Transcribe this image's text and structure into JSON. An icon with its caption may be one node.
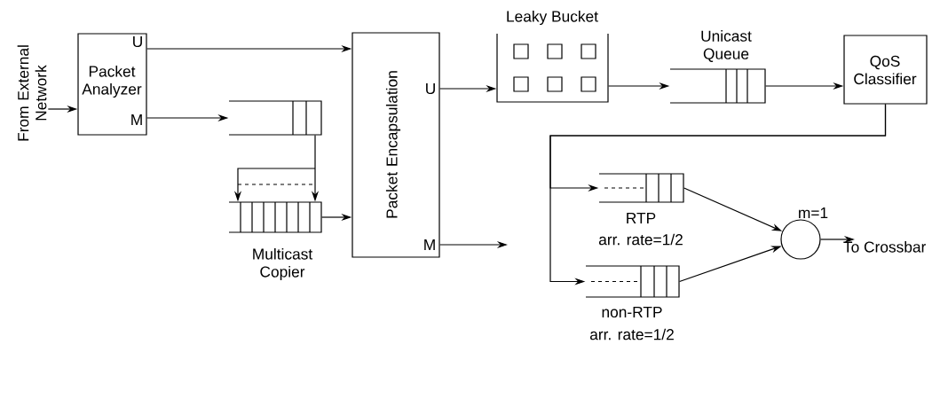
{
  "diagram": {
    "nodes": [
      {
        "text": [
          "From External Network"
        ]
      },
      {
        "text": [
          "U",
          "Packet Analyzer",
          "M"
        ]
      },
      {
        "text": [],
        "shape": "box"
      },
      {
        "text": [
          "Multicast Copier"
        ]
      },
      {
        "text": [
          "Packet Encapsulation",
          "U",
          "M"
        ]
      },
      {
        "text": [
          "Leaky Bucket"
        ]
      },
      {
        "text": [
          "Unicast Queue"
        ]
      },
      {
        "text": [
          "QoS Classifier"
        ]
      },
      {
        "text": [
          "RTP",
          "arr. rate=1/2"
        ]
      },
      {
        "text": [
          "non-RTP",
          "arr. rate=1/2"
        ]
      },
      {
        "text": [],
        "shape": "circle",
        "beside": [
          "m=1"
        ]
      },
      {
        "text": [
          "To Crossbar"
        ]
      }
    ],
    "edges": [
      {
        "from": 0,
        "to": 1,
        "arrow": "to"
      },
      {
        "from": 1,
        "to": 4,
        "arrow": "to"
      },
      {
        "from": 1,
        "to": 2,
        "arrow": "to"
      },
      {
        "from": 2,
        "to": 3,
        "arrow": "to"
      },
      {
        "from": 2,
        "to": 3,
        "arrow": "to"
      },
      {
        "from": 3,
        "to": 4,
        "arrow": "to"
      },
      {
        "from": 4,
        "to": null,
        "arrow": "to"
      },
      {
        "from": 4,
        "to": 5,
        "arrow": "to"
      },
      {
        "from": 5,
        "to": 6,
        "arrow": "to"
      },
      {
        "from": 6,
        "to": 7,
        "arrow": "to"
      },
      {
        "from": 7,
        "to": 8,
        "arrow": "to"
      },
      {
        "from": 7,
        "to": 9,
        "arrow": "to"
      },
      {
        "from": 8,
        "to": 10,
        "arrow": "to"
      },
      {
        "from": 9,
        "to": 10,
        "arrow": "to"
      },
      {
        "from": 10,
        "to": 11,
        "arrow": "to"
      }
    ]
  }
}
